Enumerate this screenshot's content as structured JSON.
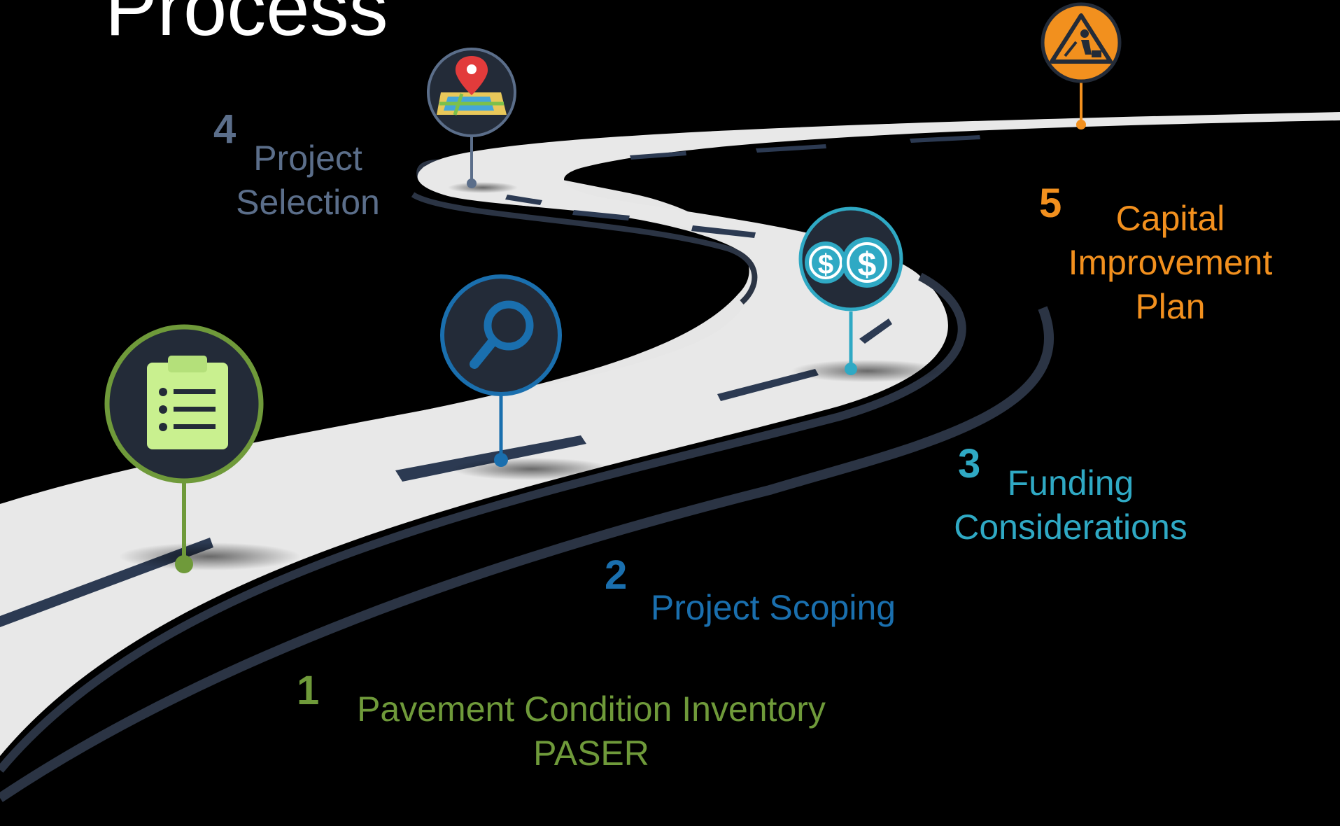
{
  "title": "Process",
  "colors": {
    "background": "#000000",
    "road": "#ececec",
    "road_edge": "#2b3444",
    "lane_marks": "#2c3a52",
    "icon_fill": "#232b38"
  },
  "steps": [
    {
      "number": "1",
      "lines": [
        "Pavement Condition Inventory",
        "PASER"
      ],
      "color": "#6f9a3a",
      "icon": "clipboard-checklist-icon"
    },
    {
      "number": "2",
      "lines": [
        "Project Scoping"
      ],
      "color": "#1a6fae",
      "icon": "magnifying-glass-icon"
    },
    {
      "number": "3",
      "lines": [
        "Funding",
        "Considerations"
      ],
      "color": "#2fa9c4",
      "icon": "dollar-coins-icon"
    },
    {
      "number": "4",
      "lines": [
        "Project",
        "Selection"
      ],
      "color": "#5b6e8a",
      "icon": "map-pin-icon"
    },
    {
      "number": "5",
      "lines": [
        "Capital",
        "Improvement",
        "Plan"
      ],
      "color": "#f2901e",
      "icon": "road-work-sign-icon"
    }
  ]
}
